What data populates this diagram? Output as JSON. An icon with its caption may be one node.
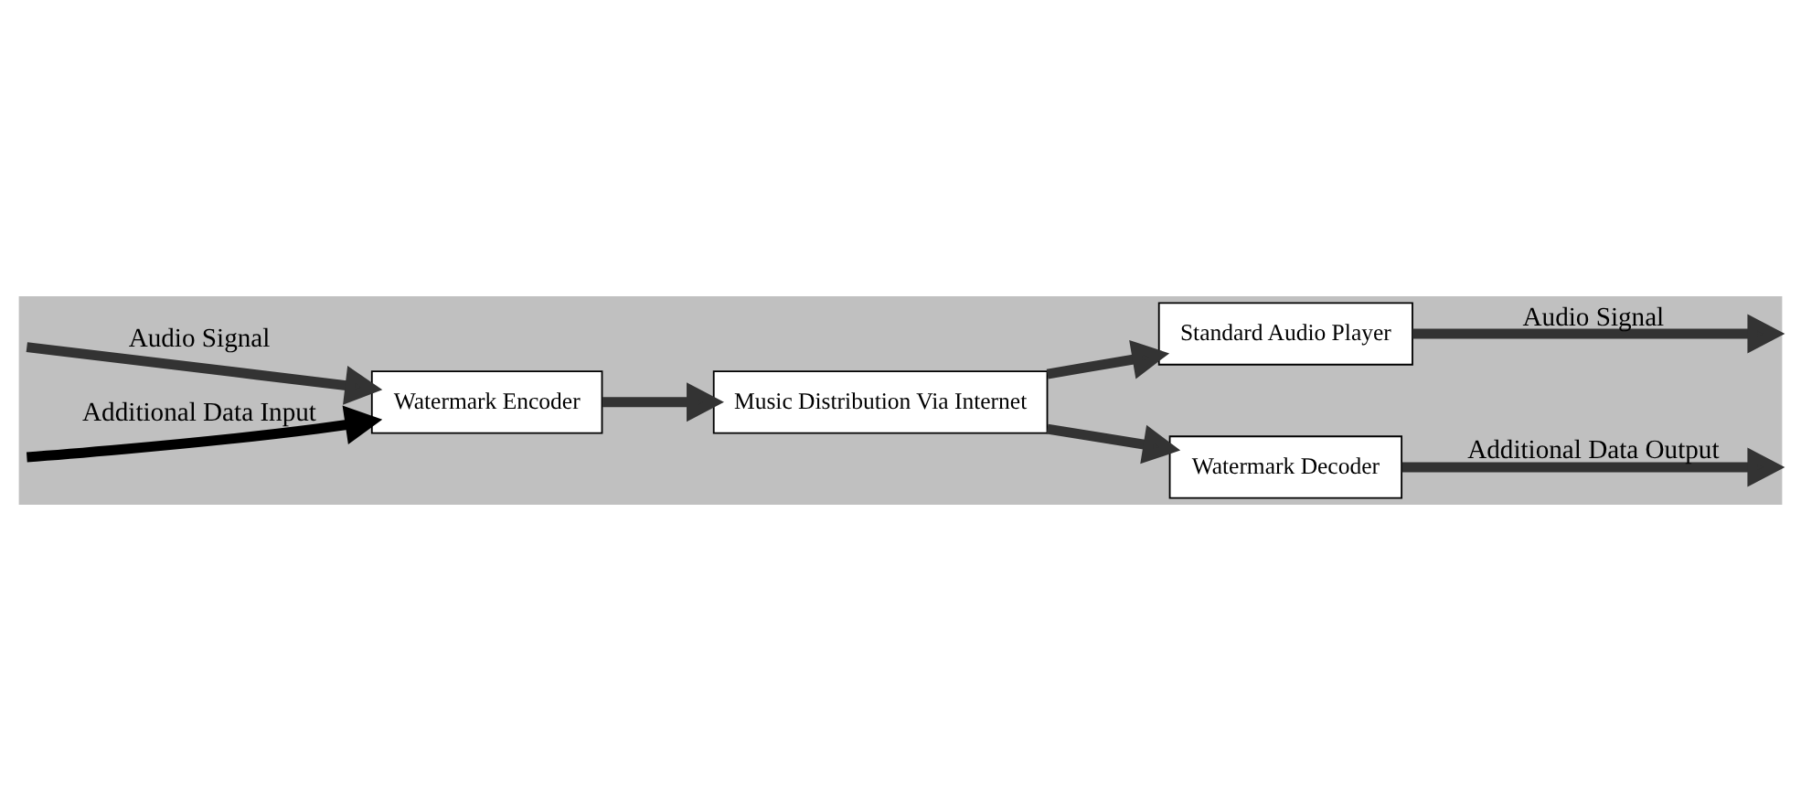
{
  "diagram": {
    "nodes": [
      {
        "text": [
          "Watermark Encoder"
        ]
      },
      {
        "text": [
          "Music Distribution Via Internet"
        ]
      },
      {
        "text": [
          "Standard Audio Player"
        ]
      },
      {
        "text": [
          "Watermark Decoder"
        ]
      }
    ],
    "edges": [
      {
        "from": null,
        "to": 0,
        "arrow": "to",
        "label": "Audio Signal"
      },
      {
        "from": null,
        "to": 0,
        "arrow": "to",
        "label": "Additional Data Input",
        "color": "#000000"
      },
      {
        "from": 0,
        "to": 1,
        "arrow": "to"
      },
      {
        "from": 1,
        "to": 2,
        "arrow": "to"
      },
      {
        "from": 1,
        "to": 3,
        "arrow": "to"
      },
      {
        "from": 3,
        "to": null,
        "arrow": "to",
        "label": "Additional Data Output"
      },
      {
        "from": 2,
        "to": null,
        "arrow": "to",
        "label": "Audio Signal"
      }
    ]
  }
}
